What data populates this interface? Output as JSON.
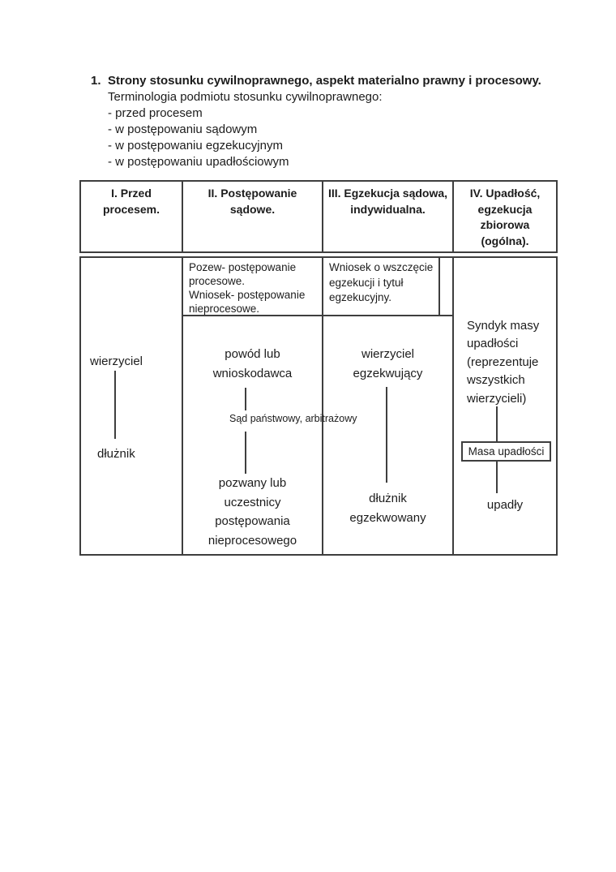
{
  "page": {
    "background": "#ffffff",
    "text_color": "#1c1c1c",
    "border_color": "#3e3e3e"
  },
  "heading": {
    "number": "1.",
    "title": "Strony stosunku cywilnoprawnego, aspekt materialno prawny i procesowy.",
    "subtitle": "Terminologia podmiotu stosunku cywilnoprawnego:",
    "bullets": [
      "- przed procesem",
      "- w postępowaniu sądowym",
      "- w postępowaniu egzekucyjnym",
      "- w postępowaniu upadłościowym"
    ]
  },
  "table": {
    "headers": [
      [
        "I. Przed",
        "procesem."
      ],
      [
        "II. Postępowanie",
        "sądowe."
      ],
      [
        "III. Egzekucja sądowa,",
        "indywidualna."
      ],
      [
        "IV. Upadłość,",
        "egzekucja",
        "zbiorowa",
        "(ogólna)."
      ]
    ],
    "col1": {
      "top_term": "wierzyciel",
      "bottom_term": "dłużnik"
    },
    "col2": {
      "note": [
        "Pozew- postępowanie",
        "procesowe.",
        "Wniosek- postępowanie",
        "nieprocesowe."
      ],
      "top_term": [
        "powód lub",
        "wnioskodawca"
      ],
      "court_label": "Sąd państwowy, arbitrażowy",
      "bottom_term": [
        "pozwany lub",
        "uczestnicy",
        "postępowania",
        "nieprocesowego"
      ]
    },
    "col3": {
      "note": [
        "Wniosek o wszczęcie",
        "egzekucji i tytuł",
        "egzekucyjny."
      ],
      "top_term": [
        "wierzyciel",
        "egzekwujący"
      ],
      "bottom_term": [
        "dłużnik",
        "egzekwowany"
      ]
    },
    "col4": {
      "trustee": [
        "Syndyk masy",
        "upadłości",
        "(reprezentuje",
        "wszystkich",
        "wierzycieli)"
      ],
      "estate_box": "Masa upadłości",
      "bottom_term": "upadły"
    }
  }
}
